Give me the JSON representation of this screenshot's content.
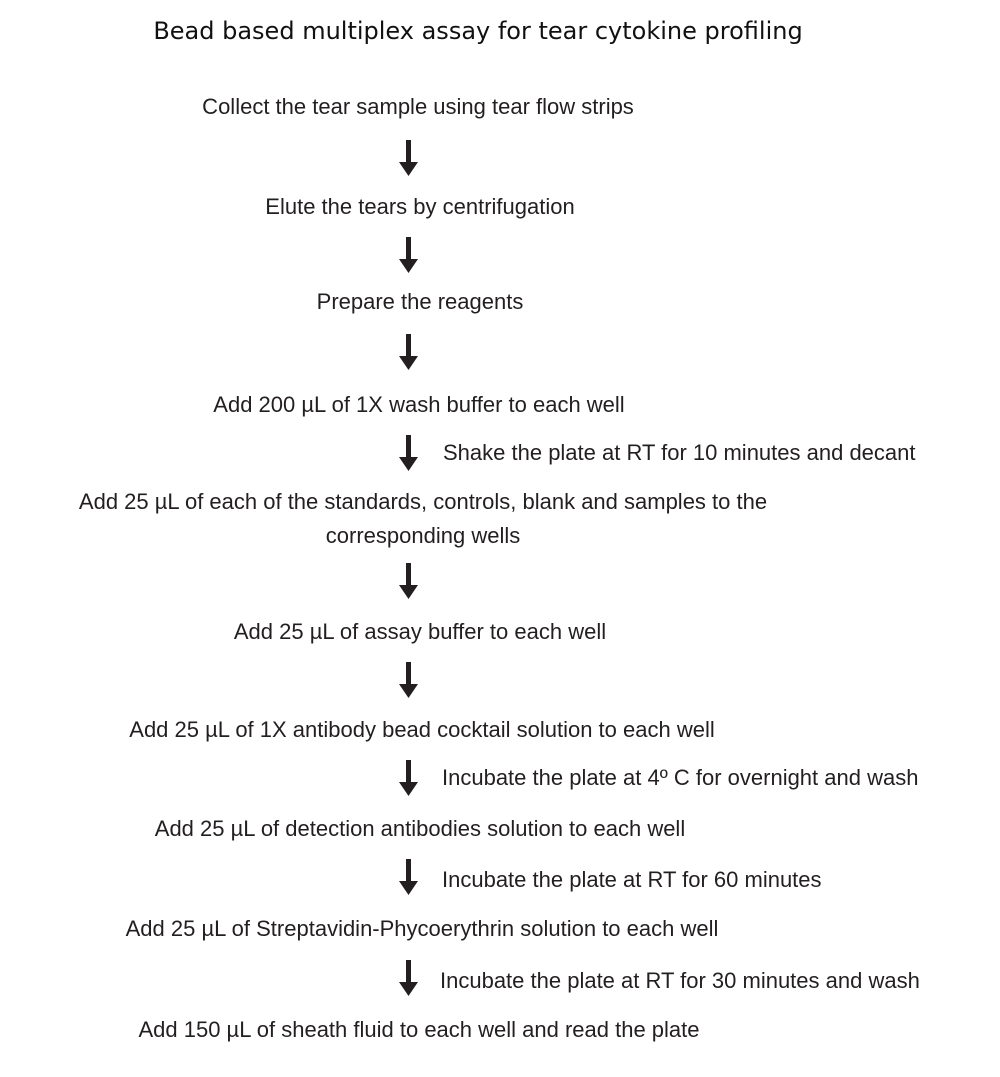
{
  "title": "Bead based multiplex assay for tear cytokine profiling",
  "steps": [
    {
      "text": "Collect the tear sample using tear flow strips"
    },
    {
      "text": "Elute the tears by centrifugation"
    },
    {
      "text": "Prepare the reagents"
    },
    {
      "text": "Add 200 µL of 1X wash buffer to each well"
    },
    {
      "text": "Add 25 µL of each of the standards, controls, blank and samples to the",
      "text2": "corresponding wells"
    },
    {
      "text": "Add 25 µL of assay buffer to each well"
    },
    {
      "text": "Add 25 µL of 1X antibody bead cocktail solution to each well"
    },
    {
      "text": "Add 25 µL of detection antibodies solution to each well"
    },
    {
      "text": "Add 25 µL of Streptavidin-Phycoerythrin solution to each well"
    },
    {
      "text": "Add 150 µL of sheath fluid to each well and read the plate"
    }
  ],
  "notes": {
    "shake": "Shake the plate at RT for 10 minutes and decant",
    "overnight": "Incubate the plate at 4º C for overnight and wash",
    "rt60": "Incubate the plate at RT for 60 minutes",
    "rt30": "Incubate the plate at RT for 30 minutes and wash"
  },
  "colors": {
    "text": "#231f20",
    "arrow": "#231f20"
  }
}
